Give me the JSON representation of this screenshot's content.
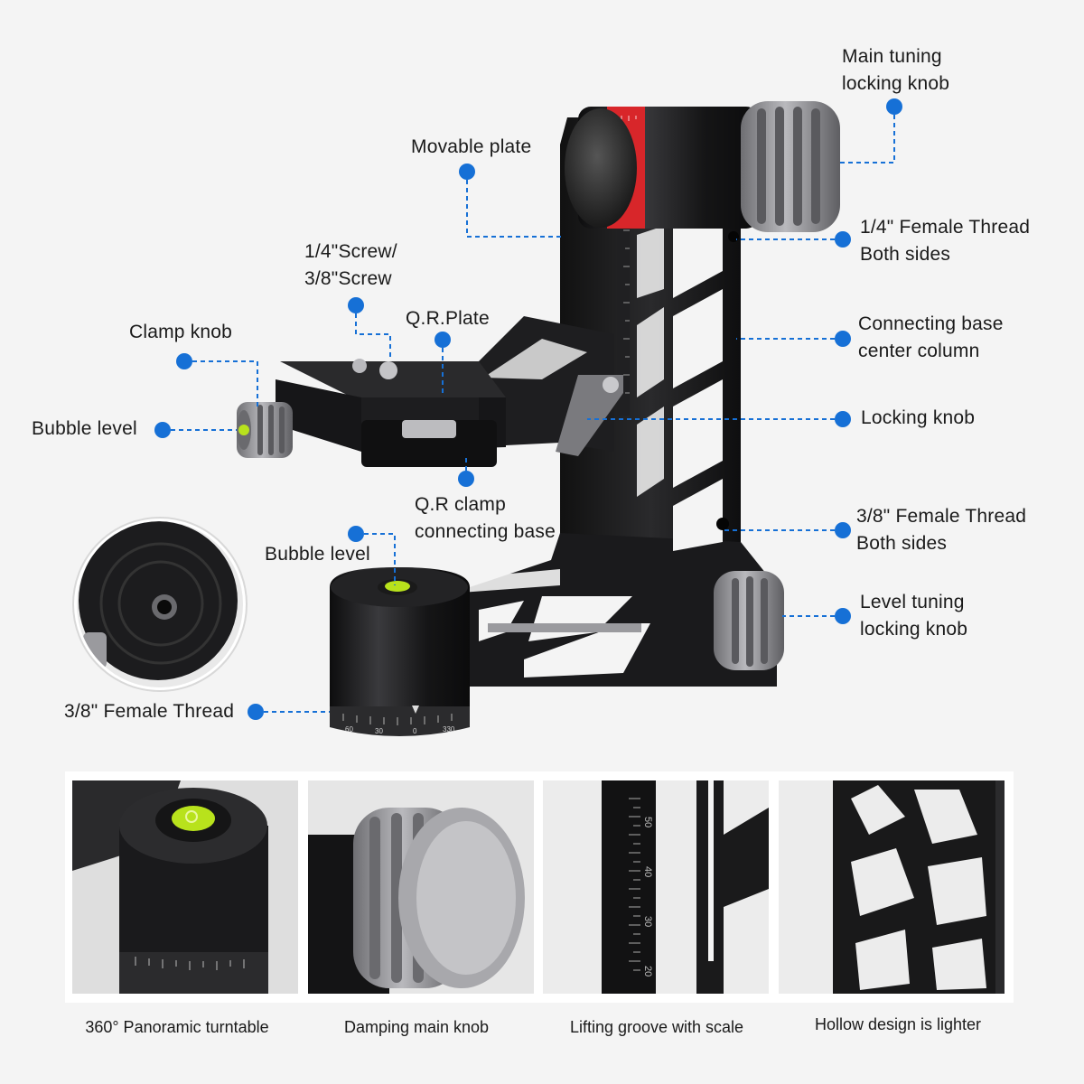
{
  "labels": {
    "main_tuning": [
      "Main tuning",
      "locking knob"
    ],
    "movable_plate": [
      "Movable plate"
    ],
    "female_quarter": [
      "1/4\" Female Thread",
      "Both sides"
    ],
    "screw": [
      "1/4\"Screw/",
      "3/8\"Screw"
    ],
    "qr_plate": [
      "Q.R.Plate"
    ],
    "clamp_knob": [
      "Clamp knob"
    ],
    "connecting_base": [
      "Connecting base",
      "center column"
    ],
    "bubble_level_left": [
      "Bubble level"
    ],
    "locking_knob": [
      "Locking knob"
    ],
    "qr_clamp": [
      "Q.R clamp",
      "connecting base"
    ],
    "bubble_level_base": [
      "Bubble level"
    ],
    "female_38_right": [
      "3/8\" Female Thread",
      "Both sides"
    ],
    "level_tuning": [
      "Level tuning",
      "locking knob"
    ],
    "female_38_bottom": [
      "3/8\" Female Thread"
    ]
  },
  "captions": [
    "360° Panoramic turntable",
    "Damping main knob",
    "Lifting groove with scale",
    "Hollow design is lighter"
  ],
  "scale": {
    "dial": [
      "60",
      "30",
      "0",
      "330"
    ],
    "groove": [
      "50",
      "40",
      "30",
      "20"
    ]
  },
  "colors": {
    "accent_dot": "#1670d6",
    "leader": "#1670d6",
    "metal_dark": "#1c1c1e",
    "knob_grey": "#8e8e92",
    "red_ring": "#d8262a",
    "bubble_green": "#b8e21c"
  }
}
